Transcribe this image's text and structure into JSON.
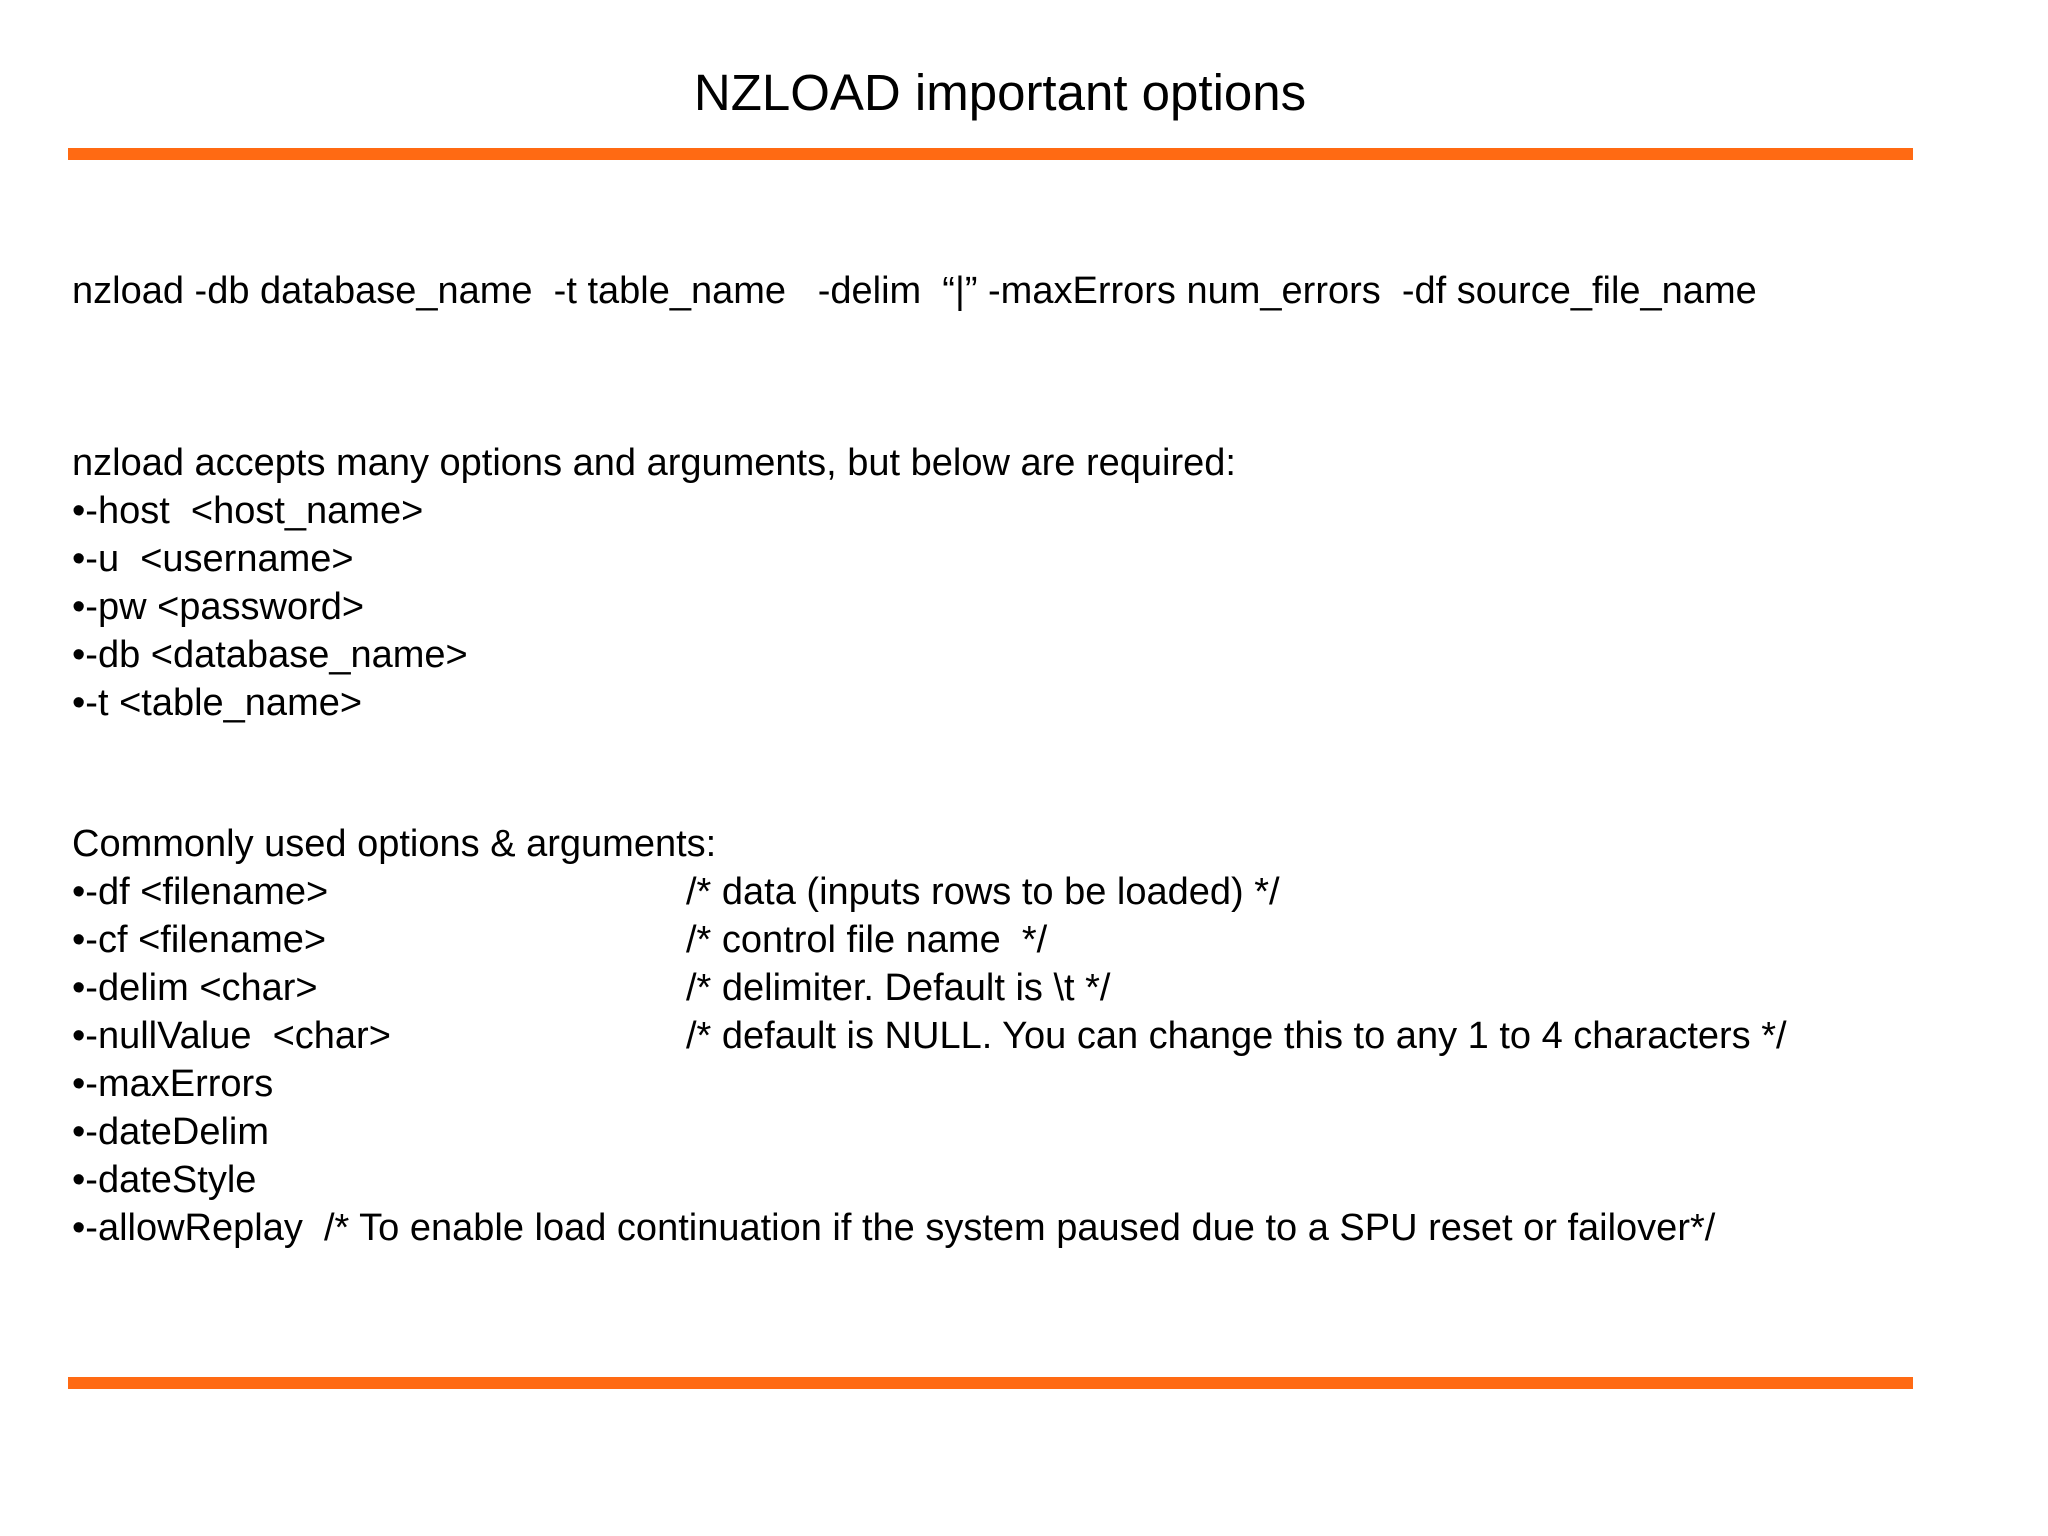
{
  "title": "NZLOAD important options",
  "command_example": "nzload -db database_name  -t table_name   -delim  “|” -maxErrors num_errors  -df source_file_name",
  "required": {
    "heading": "nzload accepts many options and arguments, but below are required:",
    "items": [
      "•-host  <host_name>",
      "•-u  <username>",
      "•-pw <password>",
      "•-db <database_name>",
      "•-t <table_name>"
    ]
  },
  "common": {
    "heading": "Commonly used options & arguments:",
    "items": [
      {
        "option": "•-df <filename>",
        "comment": "/* data (inputs rows to be loaded) */"
      },
      {
        "option": "•-cf <filename>",
        "comment": "/* control file name  */"
      },
      {
        "option": "•-delim <char>",
        "comment": "/* delimiter. Default is \\t */"
      },
      {
        "option": "•-nullValue  <char>",
        "comment": "/* default is NULL. You can change this to any 1 to 4 characters */"
      },
      {
        "option": "•-maxErrors",
        "comment": ""
      },
      {
        "option": "•-dateDelim",
        "comment": ""
      },
      {
        "option": "•-dateStyle",
        "comment": ""
      },
      {
        "option": "•-allowReplay  /* To enable load continuation if the system paused due to a SPU reset or failover*/",
        "comment": ""
      }
    ]
  },
  "colors": {
    "accent_rule": "#ff6a13"
  }
}
